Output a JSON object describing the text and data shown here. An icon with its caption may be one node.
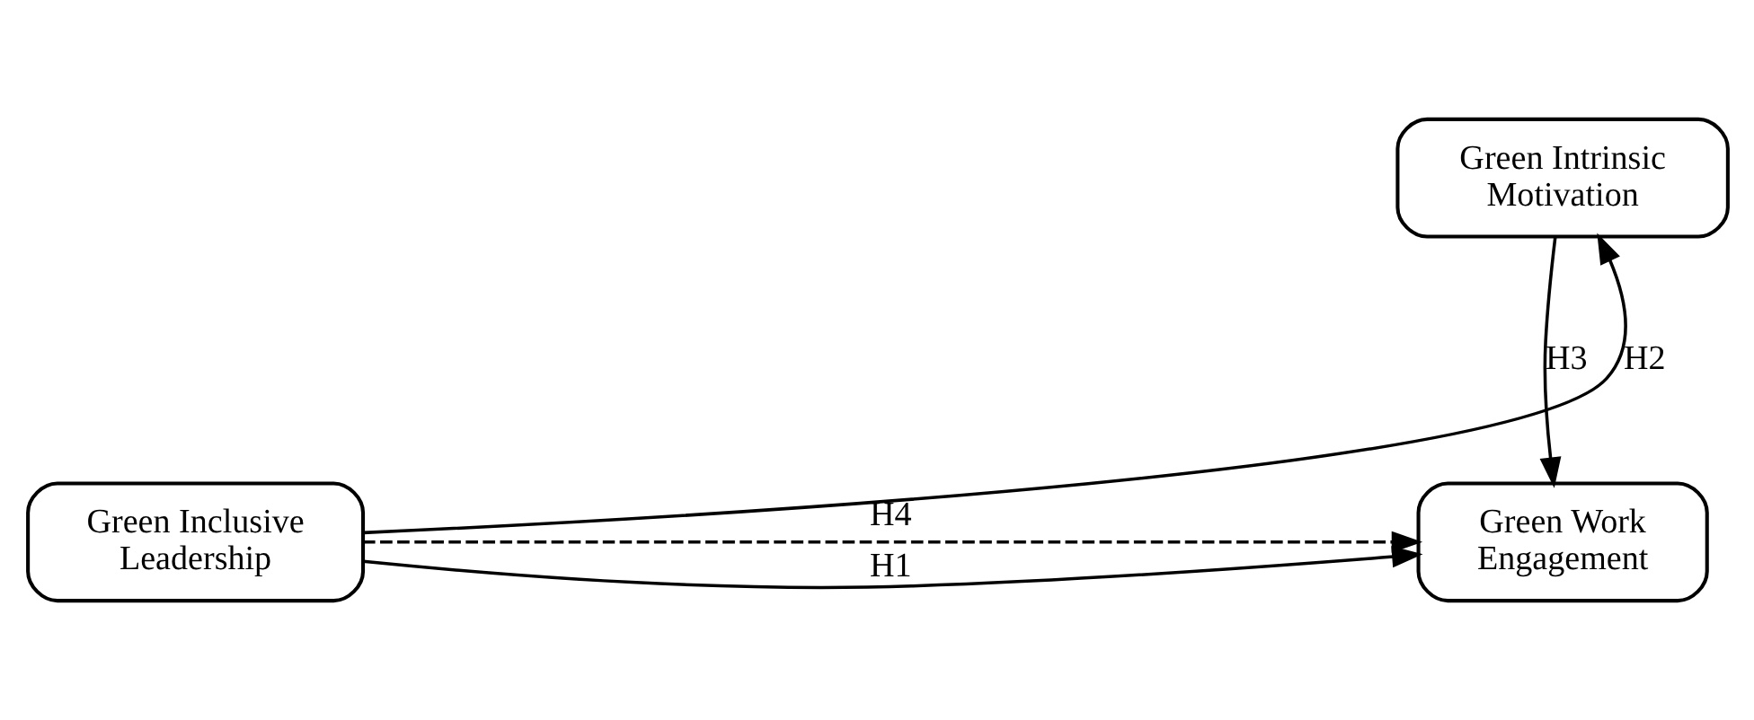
{
  "diagram": {
    "nodes": [
      {
        "text": [
          "Green Intrinsic Motivation"
        ]
      },
      {
        "text": [
          "Green Inclusive Leadership"
        ]
      },
      {
        "text": [
          "Green Work Engagement"
        ]
      }
    ],
    "edges": [
      {
        "from": 1,
        "to": 0,
        "arrow": "to",
        "label": "H2"
      },
      {
        "from": 0,
        "to": 2,
        "arrow": "to",
        "label": "H3"
      },
      {
        "from": 1,
        "to": 2,
        "arrow": "to",
        "label": "H4",
        "style": "dashed"
      },
      {
        "from": 1,
        "to": 2,
        "arrow": "to",
        "label": "H1"
      }
    ]
  }
}
